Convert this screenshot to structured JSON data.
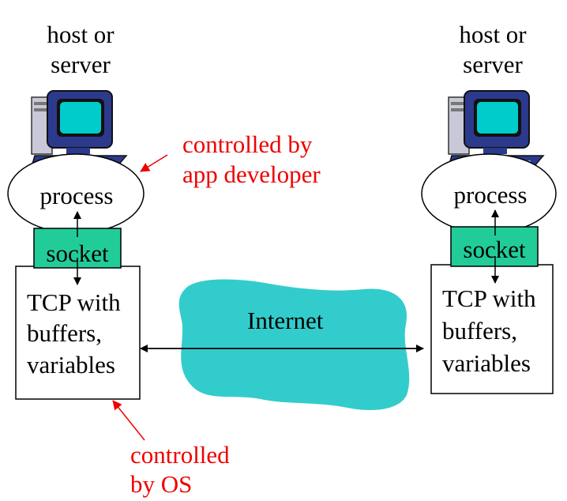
{
  "left": {
    "host_line1": "host or",
    "host_line2": "server",
    "process": "process",
    "socket": "socket",
    "tcp_line1": "TCP with",
    "tcp_line2": "buffers,",
    "tcp_line3": "variables"
  },
  "right": {
    "host_line1": "host or",
    "host_line2": "server",
    "process": "process",
    "socket": "socket",
    "tcp_line1": "TCP with",
    "tcp_line2": "buffers,",
    "tcp_line3": "variables"
  },
  "network": {
    "label": "Internet"
  },
  "annotations": {
    "app_dev_line1": "controlled by",
    "app_dev_line2": "app developer",
    "os_line1": "controlled",
    "os_line2": "by OS"
  },
  "colors": {
    "socket_fill": "#22cc99",
    "cloud_fill": "#33cccc",
    "annotation": "#ee0000",
    "monitor_body": "#2b3a8c",
    "screen": "#00cccc"
  },
  "icons": [
    "computer-icon"
  ]
}
